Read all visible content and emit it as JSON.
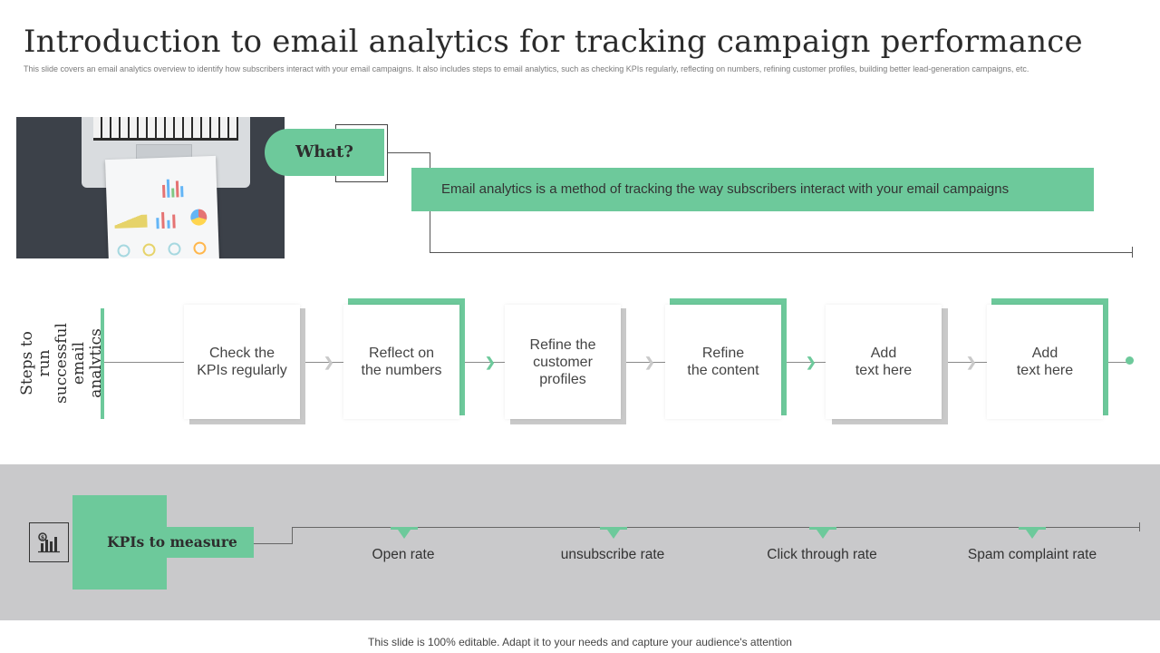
{
  "header": {
    "title": "Introduction to email analytics for tracking campaign performance",
    "subtitle": "This slide covers an email analytics overview to identify how subscribers interact with your email campaigns. It also includes steps to email analytics, such as checking KPIs regularly, reflecting on numbers, refining customer profiles, building better lead-generation campaigns, etc."
  },
  "what": {
    "label": "What?",
    "definition": "Email analytics  is a method of tracking the way subscribers interact with your email campaigns"
  },
  "steps": {
    "label": "Steps to run\nsuccessful\nemail analytics",
    "items": [
      {
        "label": "Check the\nKPIs regularly"
      },
      {
        "label": "Reflect on\nthe numbers"
      },
      {
        "label": "Refine the\ncustomer\nprofiles"
      },
      {
        "label": "Refine\nthe content"
      },
      {
        "label": "Add\ntext here"
      },
      {
        "label": "Add\ntext here"
      }
    ]
  },
  "kpis": {
    "title": "KPIs to measure",
    "items": [
      {
        "label": "Open rate"
      },
      {
        "label": "unsubscribe rate"
      },
      {
        "label": "Click through rate"
      },
      {
        "label": "Spam complaint rate"
      }
    ]
  },
  "footer": {
    "text": "This slide is 100% editable. Adapt it to your needs and capture your audience's attention"
  },
  "colors": {
    "accent": "#6dc99b",
    "band": "#c9c9cb",
    "shadow": "#c9c9c9"
  },
  "icons": {
    "kpi": "analytics-chart-icon",
    "photo": "laptop-report-photo"
  }
}
